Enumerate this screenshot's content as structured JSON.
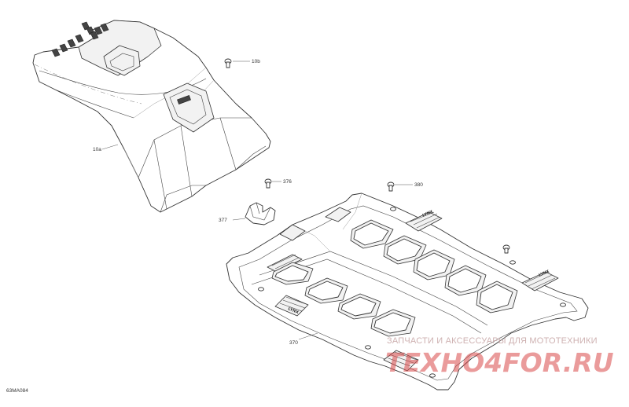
{
  "diagram": {
    "callouts": {
      "label_10a": "10a",
      "label_10b": "10b",
      "label_376": "376",
      "label_377": "377",
      "label_380": "380",
      "label_370": "370"
    },
    "watermark": {
      "top_text": "ЗАПЧАСТИ И АКСЕССУАРЫ ДЛЯ МОТОТЕХНИКИ",
      "brand_text": "ТЕХНО4FOR.RU"
    },
    "figure_code": "63MA084"
  }
}
